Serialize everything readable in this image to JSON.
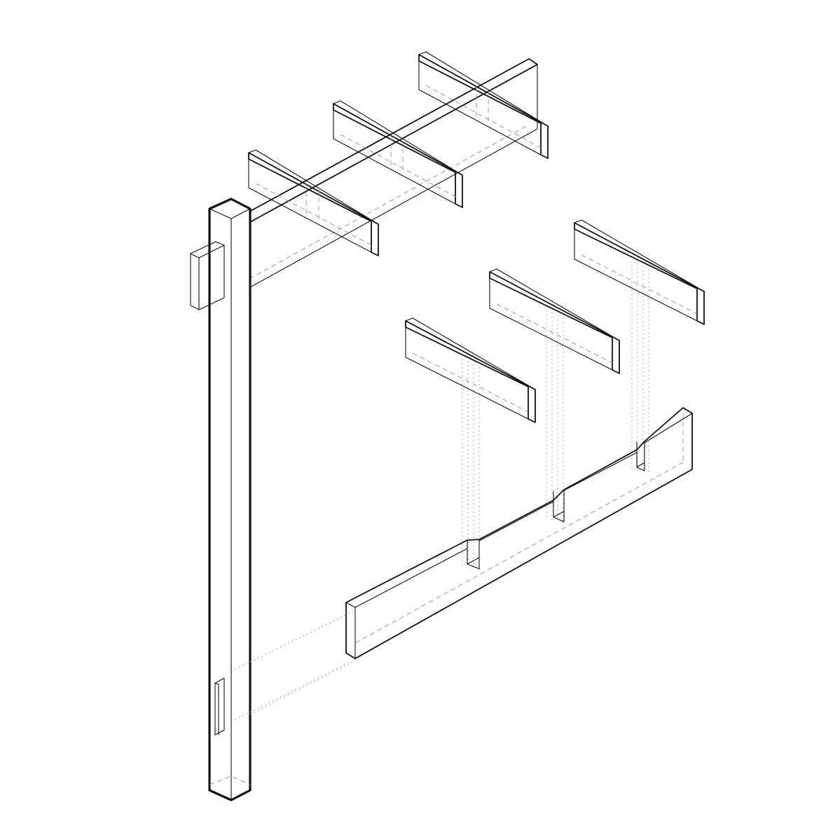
{
  "diagram": {
    "type": "exploded-axonometric-joinery",
    "colors": {
      "line": "#111111",
      "hidden": "#9a9a9a",
      "projection": "#a8a8a8",
      "background": "#ffffff"
    },
    "parts": [
      {
        "id": "post",
        "kind": "vertical post"
      },
      {
        "id": "top-beam",
        "kind": "horizontal beam with 3 cross rafters"
      },
      {
        "id": "bottom-beam",
        "kind": "notched beam with 3 exploded rafters"
      }
    ]
  }
}
